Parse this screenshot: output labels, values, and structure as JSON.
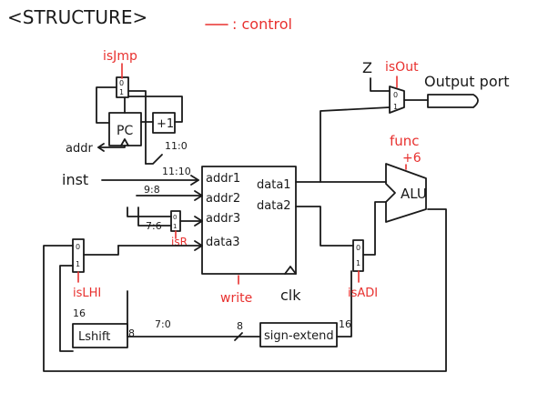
{
  "title": "<STRUCTURE>",
  "legend": {
    "symbol": "—",
    "label": ": control"
  },
  "colors": {
    "ink": "#1a1a1a",
    "control": "#e8312f"
  },
  "blocks": {
    "pc": "PC",
    "plus_one": "+1",
    "register_file": {
      "addr1": "addr1",
      "addr2": "addr2",
      "addr3": "addr3",
      "data3": "data3",
      "data1": "data1",
      "data2": "data2"
    },
    "alu": "ALU",
    "lshift": "Lshift",
    "sign_extend": "sign-extend"
  },
  "control_signals": {
    "is_jmp": "isJmp",
    "is_out": "isOut",
    "func": "func",
    "func_width": "+6",
    "is_r": "isR",
    "is_lhi": "isLHI",
    "is_adi": "isADI",
    "write": "write"
  },
  "signals": {
    "inst": "inst",
    "addr": "addr",
    "clk": "clk",
    "output_port": "Output port",
    "z": "Z"
  },
  "bit_labels": {
    "pc_bits": "11:0",
    "inst_a": "11:10",
    "inst_b": "9:8",
    "inst_c": "7:6",
    "imm": "7:0",
    "w8": "8",
    "w16_left": "16",
    "w16_right": "16",
    "lshift_out": "8"
  },
  "mux_labels": {
    "zero": "0",
    "one": "1"
  }
}
